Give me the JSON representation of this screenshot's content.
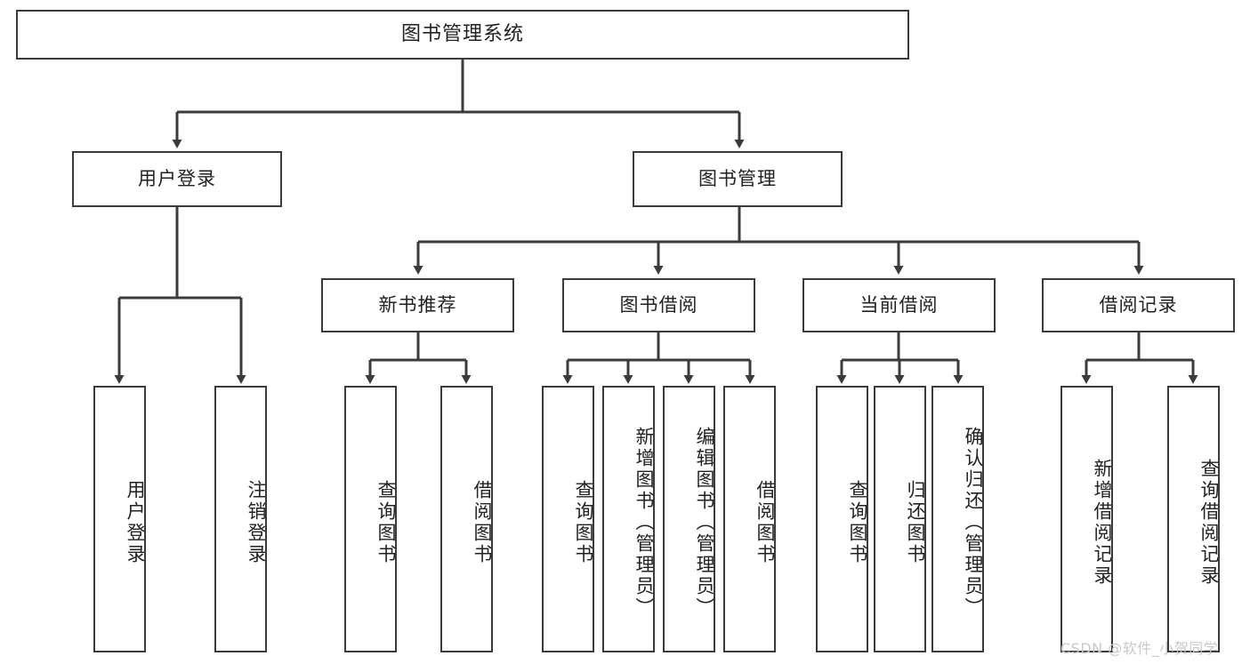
{
  "diagram": {
    "title": "图书管理系统",
    "type": "tree-hierarchy-chart",
    "root": {
      "label": "图书管理系统"
    },
    "level2": [
      {
        "label": "用户登录"
      },
      {
        "label": "图书管理"
      }
    ],
    "level3": [
      {
        "label": "新书推荐"
      },
      {
        "label": "图书借阅"
      },
      {
        "label": "当前借阅"
      },
      {
        "label": "借阅记录"
      }
    ],
    "leaves": {
      "user_login": [
        {
          "label": "用户登录"
        },
        {
          "label": "注销登录"
        }
      ],
      "new_book_recommend": [
        {
          "label": "查询图书"
        },
        {
          "label": "借阅图书"
        }
      ],
      "book_borrow": [
        {
          "label": "查询图书"
        },
        {
          "label": "新增图书（管理员）"
        },
        {
          "label": "编辑图书（管理员）"
        },
        {
          "label": "借阅图书"
        }
      ],
      "current_borrow": [
        {
          "label": "查询图书"
        },
        {
          "label": "归还图书"
        },
        {
          "label": "确认归还（管理员）"
        }
      ],
      "borrow_records": [
        {
          "label": "新增借阅记录"
        },
        {
          "label": "查询借阅记录"
        }
      ]
    }
  },
  "watermark": {
    "text": "CSDN @软件_小贺同学"
  },
  "colors": {
    "stroke": "#3b3b3b",
    "fill": "#ffffff",
    "text": "#222222",
    "watermark": "#c9c9c9"
  }
}
